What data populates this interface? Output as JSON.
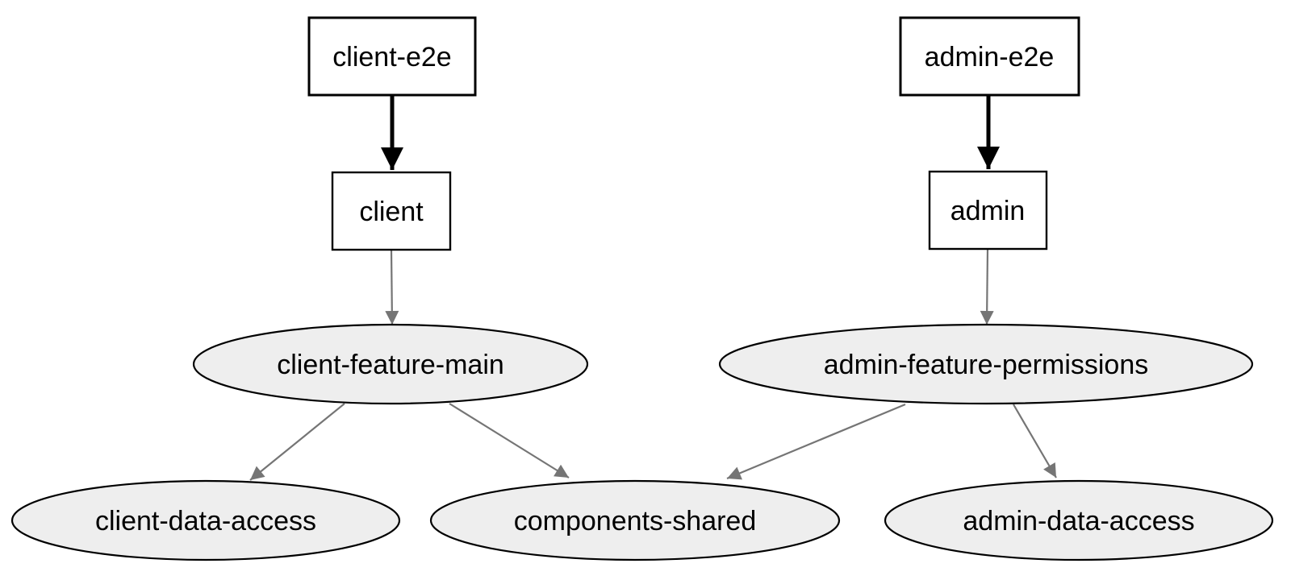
{
  "diagram": {
    "kind": "dependency-graph",
    "background": "#ffffff",
    "colors": {
      "node_box_fill": "#ffffff",
      "node_box_stroke": "#000000",
      "node_ellipse_fill": "#eeeeee",
      "node_ellipse_stroke": "#000000",
      "edge_strong": "#000000",
      "edge_weak": "#757575",
      "label_text": "#000000"
    },
    "nodes": [
      {
        "id": "client-e2e",
        "label": "client-e2e",
        "shape": "box"
      },
      {
        "id": "admin-e2e",
        "label": "admin-e2e",
        "shape": "box"
      },
      {
        "id": "client",
        "label": "client",
        "shape": "box"
      },
      {
        "id": "admin",
        "label": "admin",
        "shape": "box"
      },
      {
        "id": "client-feature-main",
        "label": "client-feature-main",
        "shape": "ellipse"
      },
      {
        "id": "admin-feature-permissions",
        "label": "admin-feature-permissions",
        "shape": "ellipse"
      },
      {
        "id": "client-data-access",
        "label": "client-data-access",
        "shape": "ellipse"
      },
      {
        "id": "components-shared",
        "label": "components-shared",
        "shape": "ellipse"
      },
      {
        "id": "admin-data-access",
        "label": "admin-data-access",
        "shape": "ellipse"
      }
    ],
    "edges": [
      {
        "from": "client-e2e",
        "to": "client",
        "style": "strong"
      },
      {
        "from": "admin-e2e",
        "to": "admin",
        "style": "strong"
      },
      {
        "from": "client",
        "to": "client-feature-main",
        "style": "weak"
      },
      {
        "from": "admin",
        "to": "admin-feature-permissions",
        "style": "weak"
      },
      {
        "from": "client-feature-main",
        "to": "client-data-access",
        "style": "weak"
      },
      {
        "from": "client-feature-main",
        "to": "components-shared",
        "style": "weak"
      },
      {
        "from": "admin-feature-permissions",
        "to": "components-shared",
        "style": "weak"
      },
      {
        "from": "admin-feature-permissions",
        "to": "admin-data-access",
        "style": "weak"
      }
    ]
  }
}
